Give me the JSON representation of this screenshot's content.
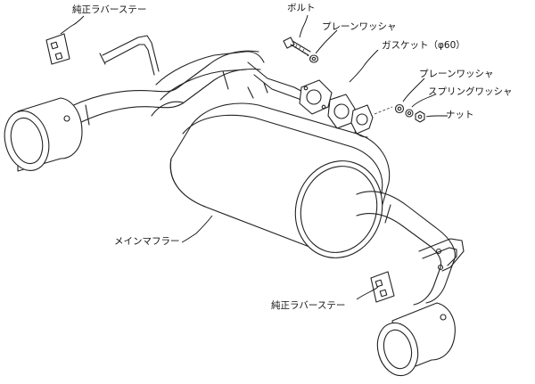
{
  "labels": {
    "rubber_stay_top": "純正ラバーステー",
    "bolt": "ボルト",
    "plain_washer_top": "プレーンワッシャ",
    "gasket": "ガスケット（φ60）",
    "plain_washer_right": "プレーンワッシャ",
    "spring_washer": "スプリングワッシャ",
    "nut": "ナット",
    "main_muffler": "メインマフラー",
    "rubber_stay_bottom": "純正ラバーステー"
  }
}
